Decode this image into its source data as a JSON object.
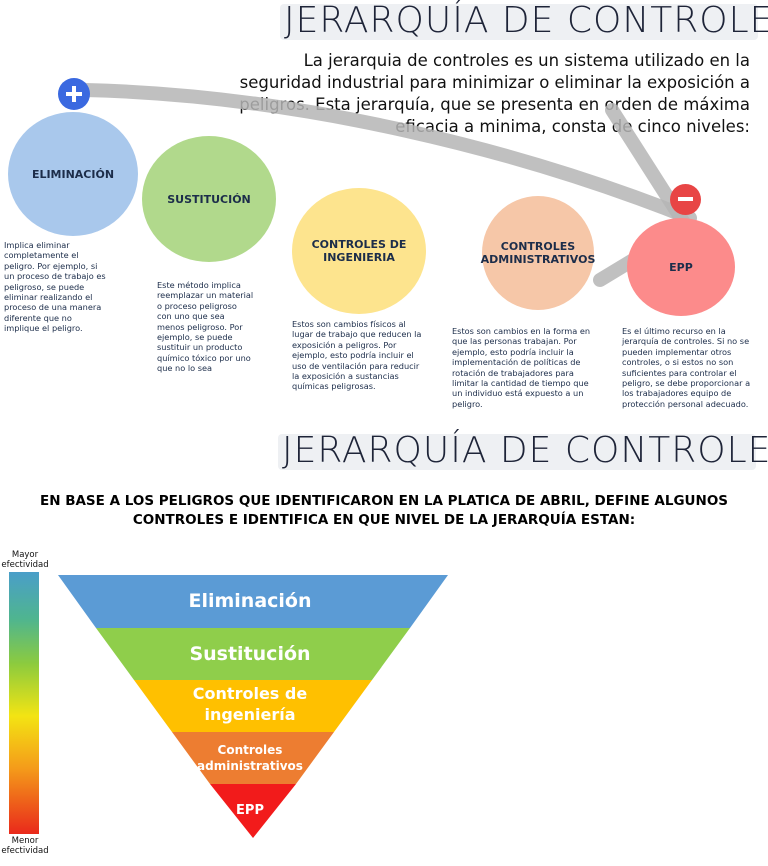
{
  "header": {
    "title": "JERARQUÍA DE CONTROLES",
    "intro_lines": [
      "La jerarquia de controles es un sistema utilizado en la",
      "seguridad industrial para minimizar o eliminar la exposición a",
      "peligros. Esta jerarquía, que se presenta en orden de máxima",
      "eficacia a minima, consta de cinco niveles:"
    ]
  },
  "icons": {
    "plus": "plus-circle-icon",
    "minus": "minus-circle-icon"
  },
  "levels": [
    {
      "name": "ELIMINACIÓN",
      "color": "#a9c8ec",
      "desc": [
        "Implica eliminar",
        "completamente el",
        "peligro. Por ejemplo, si",
        "un proceso de trabajo es",
        "peligroso, se puede",
        "eliminar realizando el",
        "proceso de una manera",
        "diferente que no",
        "implique el peligro."
      ]
    },
    {
      "name": "SUSTITUCIÓN",
      "color": "#b1d98c",
      "desc": [
        "Este método implica",
        "reemplazar un material",
        "o proceso peligroso",
        "con uno que sea",
        "menos peligroso. Por",
        "ejemplo, se puede",
        "sustituir un producto",
        "químico tóxico por uno",
        "que no lo sea"
      ]
    },
    {
      "name_lines": [
        "CONTROLES DE",
        "INGENIERIA"
      ],
      "color": "#fde48e",
      "desc": [
        "Estos son cambios físicos al",
        "lugar de trabajo que reducen la",
        "exposición a peligros. Por",
        "ejemplo, esto podría incluir el",
        "uso de ventilación para reducir",
        "la exposición a sustancias",
        "químicas peligrosas."
      ]
    },
    {
      "name_lines": [
        "CONTROLES",
        "ADMINISTRATIVOS"
      ],
      "color": "#f6c7a8",
      "desc": [
        "Estos son cambios en la forma en",
        "que las personas trabajan. Por",
        "ejemplo, esto podría incluir la",
        "implementación de políticas de",
        "rotación de trabajadores para",
        "limitar la cantidad de tiempo que",
        "un individuo está expuesto a un",
        "peligro."
      ]
    },
    {
      "name": "EPP",
      "color": "#fc8b8b",
      "desc": [
        "Es el último recurso en la",
        "jerarquía de controles. Si no se",
        "pueden implementar otros",
        "controles, o si estos no son",
        "suficientes para controlar el",
        "peligro, se debe proporcionar a",
        "los trabajadores equipo de",
        "protección personal adecuado."
      ]
    }
  ],
  "second_title": "JERARQUÍA DE CONTROLES",
  "task_lines": [
    "EN BASE A LOS PELIGROS QUE IDENTIFICARON EN LA PLATICA DE ABRIL, DEFINE ALGUNOS",
    "CONTROLES E IDENTIFICA EN QUE NIVEL DE LA JERARQUÍA ESTAN:"
  ],
  "effectiveness": {
    "top_lines": [
      "Mayor",
      "efectividad"
    ],
    "bottom_lines": [
      "Menor",
      "efectividad"
    ]
  },
  "pyramid": [
    {
      "label_lines": [
        "Eliminación"
      ],
      "color": "#5b9bd5"
    },
    {
      "label_lines": [
        "Sustitución"
      ],
      "color": "#8fce4b"
    },
    {
      "label_lines": [
        "Controles de",
        "ingeniería"
      ],
      "color": "#ffc000"
    },
    {
      "label_lines": [
        "Controles",
        "administrativos"
      ],
      "color": "#ed7d31"
    },
    {
      "label_lines": [
        "EPP"
      ],
      "color": "#f21b1b"
    }
  ]
}
